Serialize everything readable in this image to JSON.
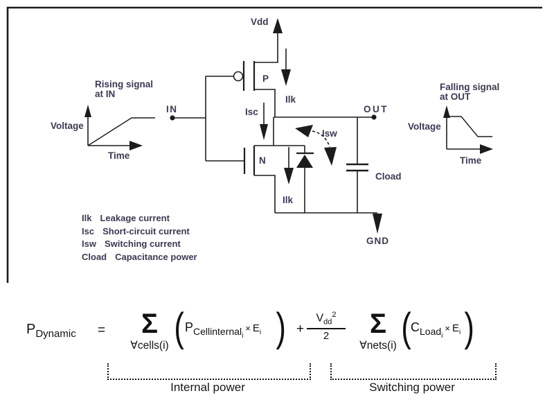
{
  "diagram": {
    "labels": {
      "vdd": "Vdd",
      "gnd": "GND",
      "in": "IN",
      "out": "OUT",
      "pmos": "P",
      "nmos": "N",
      "ilk": "Ilk",
      "isc": "Isc",
      "isw": "Isw",
      "cload": "Cload"
    },
    "rising": {
      "line1": "Rising signal",
      "line2": "at IN",
      "voltage": "Voltage",
      "time": "Time"
    },
    "falling": {
      "line1": "Falling signal",
      "line2": "at OUT",
      "voltage": "Voltage",
      "time": "Time"
    },
    "legend": [
      {
        "term": "Ilk",
        "desc": "Leakage current"
      },
      {
        "term": "Isc",
        "desc": "Short-circuit current"
      },
      {
        "term": "Isw",
        "desc": "Switching current"
      },
      {
        "term": "Cload",
        "desc": "Capacitance power"
      }
    ],
    "wire_color": "#1c1c1c",
    "label_color": "#3a3a52"
  },
  "equation": {
    "lhs_base": "P",
    "lhs_sub": "Dynamic",
    "equals": "=",
    "sum1": {
      "sigma": "Σ",
      "under": "∀cells(i)"
    },
    "open_paren": "(",
    "close_paren": ")",
    "term1": {
      "base": "P",
      "sub": "Cellinternal",
      "subsub": "i"
    },
    "times": "×",
    "energy": {
      "base": "E",
      "sub": "i"
    },
    "plus": "+",
    "frac": {
      "num_base": "V",
      "num_sub": "dd",
      "num_sup": "2",
      "den": "2"
    },
    "sum2": {
      "sigma": "Σ",
      "under": "∀nets(i)"
    },
    "term2": {
      "base": "C",
      "sub": "Load",
      "subsub": "i"
    },
    "braces": [
      {
        "label": "Internal power"
      },
      {
        "label": "Switching power"
      }
    ]
  }
}
